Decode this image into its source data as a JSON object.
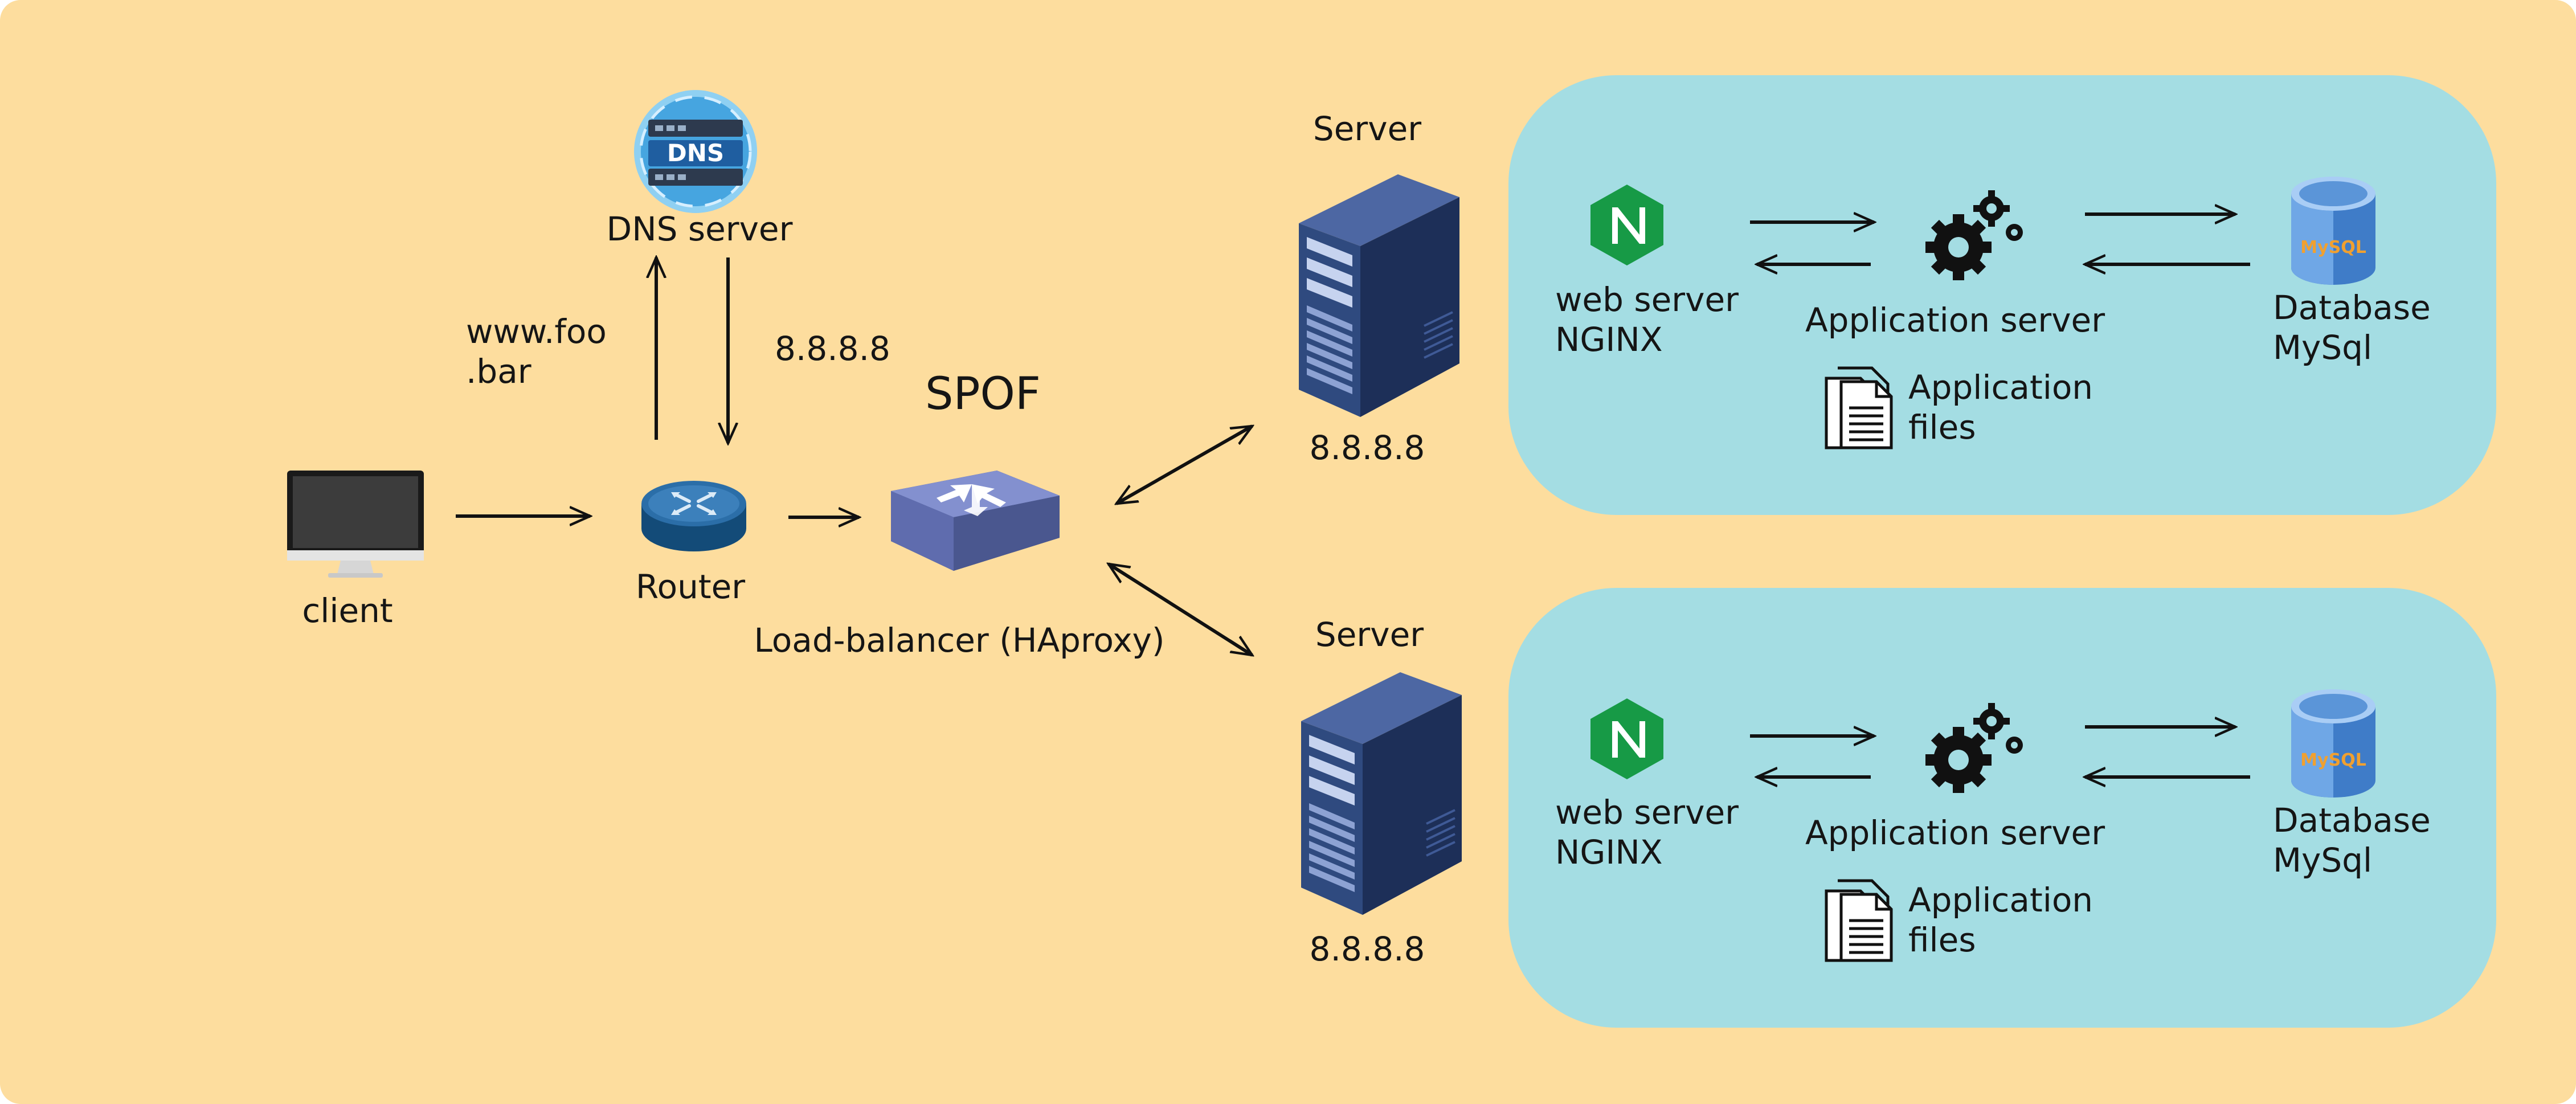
{
  "nodes": {
    "client": "client",
    "router": "Router",
    "dns_server": "DNS server",
    "dns_badge": "DNS",
    "load_balancer": "Load-balancer (HAproxy)",
    "spof": "SPOF"
  },
  "edge_labels": {
    "domain_line1": "www.foo",
    "domain_line2": ".bar",
    "dns_ip": "8.8.8.8"
  },
  "servers": [
    {
      "title": "Server",
      "ip": "8.8.8.8",
      "web_line1": "web server",
      "web_line2": "NGINX",
      "app": "Application server",
      "files_line1": "Application",
      "files_line2": "files",
      "db_line1": "Database",
      "db_line2": "MySql",
      "db_logo": "MySQL"
    },
    {
      "title": "Server",
      "ip": "8.8.8.8",
      "web_line1": "web server",
      "web_line2": "NGINX",
      "app": "Application server",
      "files_line1": "Application",
      "files_line2": "files",
      "db_line1": "Database",
      "db_line2": "MySql",
      "db_logo": "MySQL"
    }
  ],
  "icons": {
    "client": "monitor-icon",
    "router": "router-icon",
    "dns": "dns-globe-icon",
    "load_balancer": "load-balancer-icon",
    "server": "server-rack-icon",
    "nginx": "nginx-logo-icon",
    "app": "gears-icon",
    "files": "documents-icon",
    "db": "mysql-database-icon"
  },
  "colors": {
    "background": "#fddd9e",
    "server_panel": "#a4dde3",
    "server_body": "#2f4a7f",
    "nginx_green": "#179a46",
    "router_blue": "#2b6ea8",
    "lb_purple": "#5f6cae"
  }
}
